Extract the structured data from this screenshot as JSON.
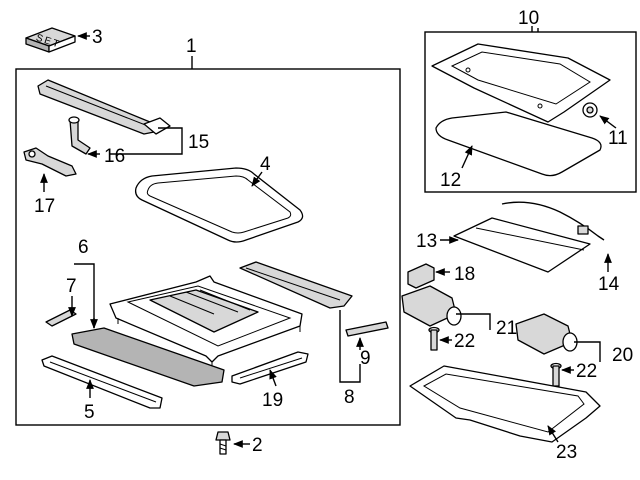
{
  "callouts": {
    "c1": "1",
    "c2": "2",
    "c3": "3",
    "c4": "4",
    "c5": "5",
    "c6": "6",
    "c7": "7",
    "c8": "8",
    "c9": "9",
    "c10": "10",
    "c11": "11",
    "c12": "12",
    "c13": "13",
    "c14": "14",
    "c15": "15",
    "c16": "16",
    "c17": "17",
    "c18": "18",
    "c19": "19",
    "c20": "20",
    "c21": "21",
    "c22a": "22",
    "c22b": "22",
    "c23": "23"
  },
  "kit_label": "SET"
}
